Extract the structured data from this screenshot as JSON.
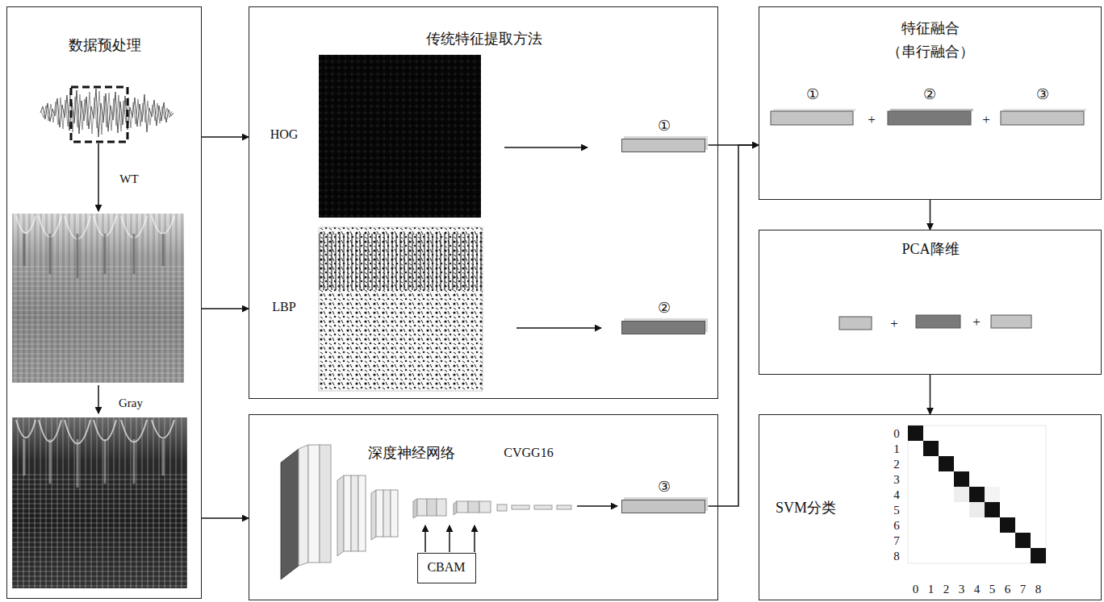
{
  "diagram": {
    "nodes": [
      {
        "text": [
          "数据预处理"
        ]
      },
      {
        "text": [
          "传统特征提取方法"
        ]
      },
      {
        "text": [
          "①"
        ],
        "in": 1
      },
      {
        "text": [
          "②"
        ],
        "in": 1
      },
      {
        "text": [
          "深度神经网络"
        ]
      },
      {
        "text": [
          "CBAM"
        ],
        "in": 4
      },
      {
        "text": [
          "③"
        ],
        "in": 4
      },
      {
        "text": [
          "特征融合 （串行融合）"
        ]
      },
      {
        "text": [
          "PCA降维"
        ]
      },
      {
        "text": [
          "SVM分类"
        ]
      }
    ],
    "edges": [
      {
        "from": 0,
        "to": 1,
        "arrow": "to"
      },
      {
        "from": 0,
        "to": 1,
        "arrow": "to"
      },
      {
        "from": 0,
        "to": 4,
        "arrow": "to"
      },
      {
        "from": 2,
        "to": 7,
        "arrow": "to"
      },
      {
        "from": 6,
        "to": 7,
        "arrow": "to"
      },
      {
        "from": 7,
        "to": 8,
        "arrow": "to"
      },
      {
        "from": 8,
        "to": 9,
        "arrow": "to"
      }
    ],
    "labels": [
      "WT",
      "Gray",
      "HOG",
      "LBP",
      "CVGG16",
      "①",
      "+",
      "②",
      "+",
      "③",
      "+",
      "+",
      "0",
      "1",
      "2",
      "3",
      "4",
      "5",
      "6",
      "7",
      "8",
      "0",
      "1",
      "2",
      "3",
      "4",
      "5",
      "6",
      "7",
      "8"
    ]
  }
}
